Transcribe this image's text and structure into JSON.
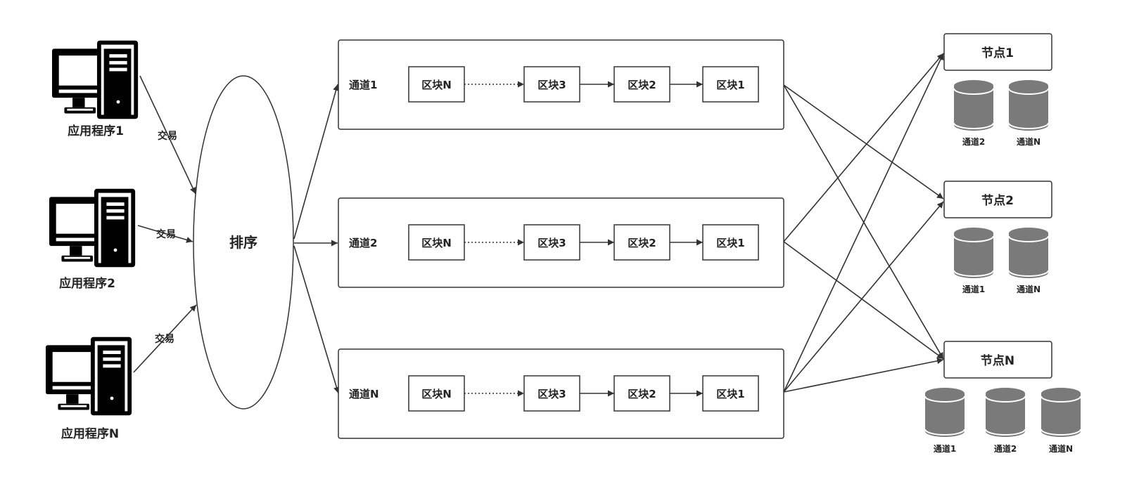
{
  "ordering": {
    "label": "排序"
  },
  "transaction_label": "交易",
  "applications": [
    {
      "label": "应用程序1"
    },
    {
      "label": "应用程序2"
    },
    {
      "label": "应用程序N"
    }
  ],
  "channels": [
    {
      "label": "通道1",
      "blocks": [
        "区块N",
        "区块3",
        "区块2",
        "区块1"
      ]
    },
    {
      "label": "通道2",
      "blocks": [
        "区块N",
        "区块3",
        "区块2",
        "区块1"
      ]
    },
    {
      "label": "通道N",
      "blocks": [
        "区块N",
        "区块3",
        "区块2",
        "区块1"
      ]
    }
  ],
  "nodes": [
    {
      "label": "节点1",
      "ledgers": [
        "通道2",
        "通道N"
      ]
    },
    {
      "label": "节点2",
      "ledgers": [
        "通道1",
        "通道N"
      ]
    },
    {
      "label": "节点N",
      "ledgers": [
        "通道1",
        "通道2",
        "通道N"
      ]
    }
  ],
  "colors": {
    "stroke": "#333333",
    "database": "#7a7a7a",
    "computer": "#000000"
  }
}
